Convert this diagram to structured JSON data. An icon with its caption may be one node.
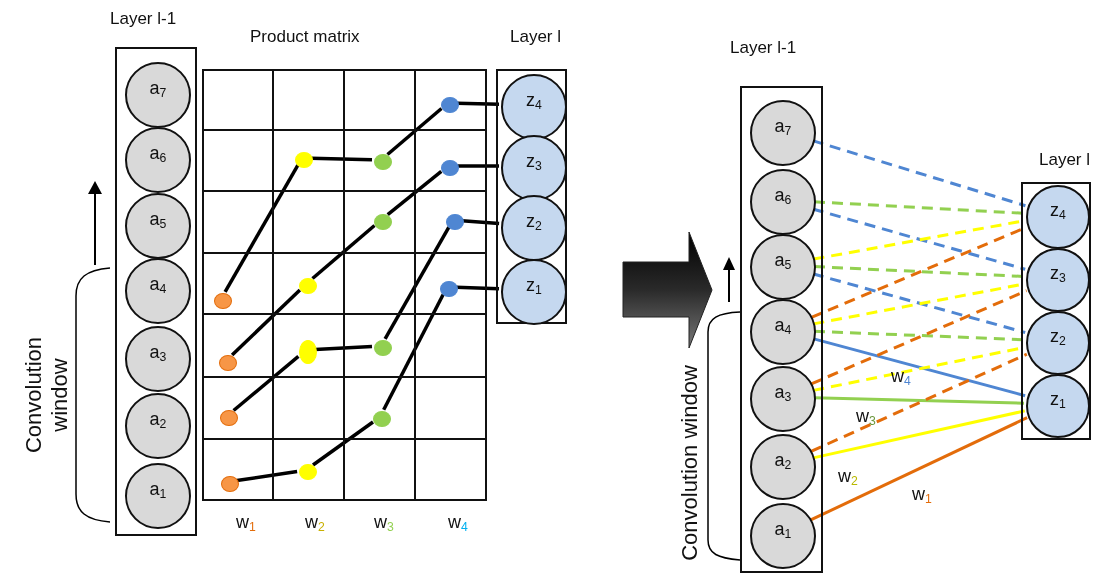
{
  "diagram": {
    "nodes": [
      {
        "text": [
          "Layer l-1"
        ]
      },
      {
        "text": [
          "a$_{7}$"
        ],
        "in": 0
      },
      {
        "text": [
          "a$_{6}$"
        ],
        "in": 0
      },
      {
        "text": [
          "a$_{5}$"
        ],
        "in": 0
      },
      {
        "text": [
          "a$_{4}$"
        ],
        "in": 0
      },
      {
        "text": [
          "a$_{3}$"
        ],
        "in": 0
      },
      {
        "text": [
          "a$_{2}$"
        ],
        "in": 0
      },
      {
        "text": [
          "a$_{1}$"
        ],
        "in": 0
      },
      {
        "text": [
          "Product matrix"
        ]
      },
      {
        "text": [],
        "shape": "circle",
        "in": 8
      },
      {
        "text": [],
        "shape": "circle",
        "in": 8
      },
      {
        "text": [],
        "shape": "circle",
        "in": 8
      },
      {
        "text": [],
        "shape": "circle",
        "in": 8
      },
      {
        "text": [],
        "shape": "circle",
        "in": 8
      },
      {
        "text": [],
        "shape": "circle",
        "in": 8
      },
      {
        "text": [],
        "shape": "circle",
        "in": 8
      },
      {
        "text": [],
        "shape": "circle",
        "in": 8
      },
      {
        "text": [],
        "shape": "circle",
        "in": 8
      },
      {
        "text": [],
        "shape": "circle",
        "in": 8
      },
      {
        "text": [],
        "shape": "circle",
        "in": 8
      },
      {
        "text": [],
        "shape": "circle",
        "in": 8
      },
      {
        "text": [],
        "shape": "circle",
        "in": 8
      },
      {
        "text": [],
        "shape": "circle",
        "in": 8
      },
      {
        "text": [],
        "shape": "circle",
        "in": 8
      },
      {
        "text": [],
        "shape": "circle",
        "in": 8
      },
      {
        "text": [
          "Layer l"
        ]
      },
      {
        "text": [
          "z$_{4}$"
        ],
        "in": 25
      },
      {
        "text": [
          "z$_{3}$"
        ],
        "in": 25
      },
      {
        "text": [
          "z$_{2}$"
        ],
        "in": 25
      },
      {
        "text": [
          "z$_{1}$"
        ],
        "in": 25
      },
      {
        "text": [
          "Layer l-1"
        ]
      },
      {
        "text": [
          "a$_{7}$"
        ],
        "in": 30
      },
      {
        "text": [
          "a$_{6}$"
        ],
        "in": 30
      },
      {
        "text": [
          "a$_{5}$"
        ],
        "in": 30
      },
      {
        "text": [
          "a$_{4}$"
        ],
        "in": 30
      },
      {
        "text": [
          "a$_{3}$"
        ],
        "in": 30
      },
      {
        "text": [
          "a$_{2}$"
        ],
        "in": 30
      },
      {
        "text": [
          "a$_{1}$"
        ],
        "in": 30
      },
      {
        "text": [
          "Layer l"
        ]
      },
      {
        "text": [
          "z$_{4}$"
        ],
        "in": 38
      },
      {
        "text": [
          "z$_{3}$"
        ],
        "in": 38
      },
      {
        "text": [
          "z$_{2}$"
        ],
        "in": 38
      },
      {
        "text": [
          "z$_{1}$"
        ],
        "in": 38
      }
    ],
    "edges": [
      {
        "from": 24,
        "to": 23,
        "arrow": "none"
      },
      {
        "from": 23,
        "to": 22,
        "arrow": "none"
      },
      {
        "from": 22,
        "to": 16,
        "arrow": "none"
      },
      {
        "from": 16,
        "to": 29,
        "arrow": "none"
      },
      {
        "from": 21,
        "to": 19,
        "arrow": "none"
      },
      {
        "from": 19,
        "to": 18,
        "arrow": "none"
      },
      {
        "from": 18,
        "to": 14,
        "arrow": "none"
      },
      {
        "from": 14,
        "to": 28,
        "arrow": "none"
      },
      {
        "from": 20,
        "to": 15,
        "arrow": "none"
      },
      {
        "from": 15,
        "to": 13,
        "arrow": "none"
      },
      {
        "from": 13,
        "to": 12,
        "arrow": "none"
      },
      {
        "from": 12,
        "to": 27,
        "arrow": "none"
      },
      {
        "from": 17,
        "to": 10,
        "arrow": "none"
      },
      {
        "from": 10,
        "to": 11,
        "arrow": "none"
      },
      {
        "from": 11,
        "to": 9,
        "arrow": "none"
      },
      {
        "from": 9,
        "to": 26,
        "arrow": "none"
      },
      {
        "from": 25,
        "to": 30,
        "arrow": "to",
        "style": "thick"
      },
      {
        "from": 31,
        "to": 39,
        "arrow": "none",
        "style": "dashed",
        "color": "#4f86d2"
      },
      {
        "from": 32,
        "to": 40,
        "arrow": "none",
        "style": "dashed",
        "color": "#4f86d2"
      },
      {
        "from": 33,
        "to": 41,
        "arrow": "none",
        "style": "dashed",
        "color": "#4f86d2"
      },
      {
        "from": 34,
        "to": 42,
        "arrow": "none",
        "color": "#4f86d2",
        "label": "w$_{4}$"
      },
      {
        "from": 32,
        "to": 39,
        "arrow": "none",
        "style": "dashed",
        "color": "#92d050"
      },
      {
        "from": 33,
        "to": 40,
        "arrow": "none",
        "style": "dashed",
        "color": "#92d050"
      },
      {
        "from": 34,
        "to": 41,
        "arrow": "none",
        "style": "dashed",
        "color": "#92d050"
      },
      {
        "from": 35,
        "to": 42,
        "arrow": "none",
        "color": "#92d050",
        "label": "w$_{3}$"
      },
      {
        "from": 33,
        "to": 39,
        "arrow": "none",
        "style": "dashed",
        "color": "#ffff00"
      },
      {
        "from": 34,
        "to": 40,
        "arrow": "none",
        "style": "dashed",
        "color": "#ffff00"
      },
      {
        "from": 35,
        "to": 41,
        "arrow": "none",
        "style": "dashed",
        "color": "#ffff00"
      },
      {
        "from": 36,
        "to": 42,
        "arrow": "none",
        "color": "#ffff00",
        "label": "w$_{2}$"
      },
      {
        "from": 34,
        "to": 39,
        "arrow": "none",
        "style": "dashed",
        "color": "#e36c0a"
      },
      {
        "from": 35,
        "to": 40,
        "arrow": "none",
        "style": "dashed",
        "color": "#e36c0a"
      },
      {
        "from": 36,
        "to": 41,
        "arrow": "none",
        "style": "dashed",
        "color": "#e36c0a"
      },
      {
        "from": 37,
        "to": 42,
        "arrow": "none",
        "color": "#e36c0a",
        "label": "w$_{1}$"
      }
    ],
    "labels": [
      "Convolution window",
      "w$_{1}$",
      "w$_{2}$",
      "w$_{3}$",
      "w$_{4}$",
      "Convolution window"
    ]
  }
}
